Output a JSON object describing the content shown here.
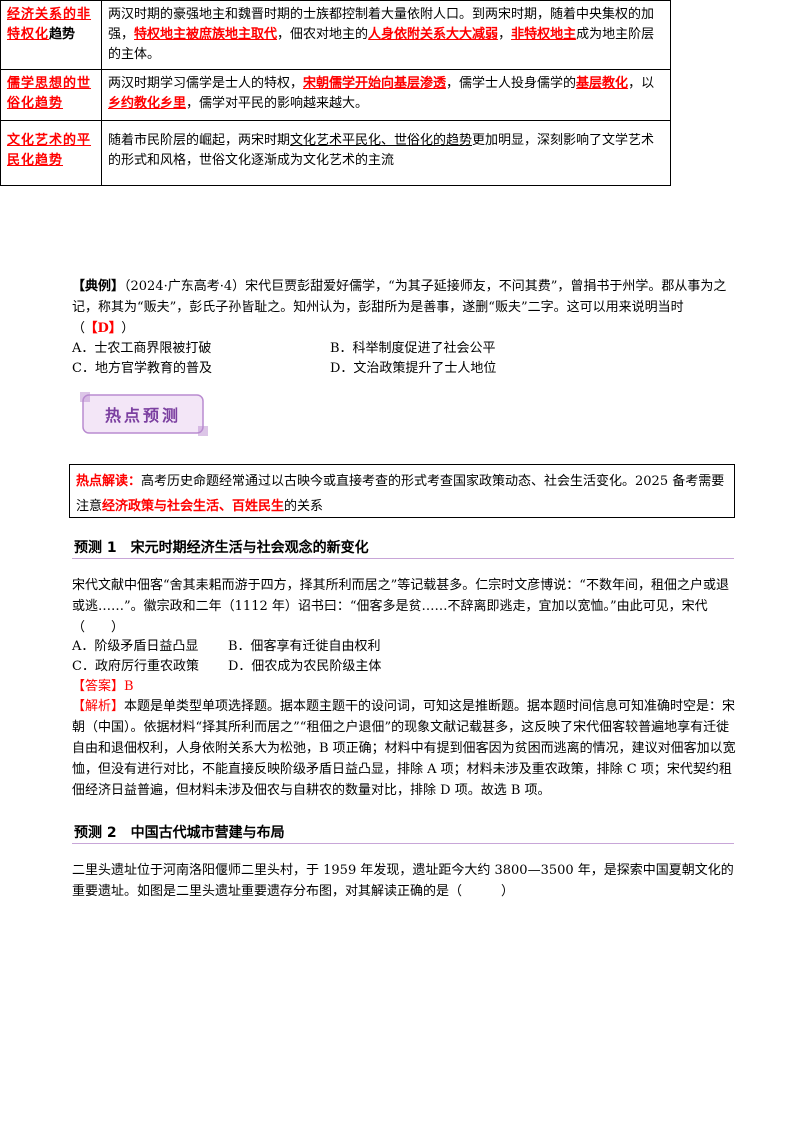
{
  "table": {
    "rows": [
      {
        "head_red": "经济关系的非特权化",
        "head_tail": "趋势",
        "parts": [
          {
            "t": "两汉时期的豪强地主和魏晋时期的士族都控制着大量依附人口。到两宋时期，随着中央集权的加强，",
            "s": ""
          },
          {
            "t": "特权地主被庶族地主取代",
            "s": "redu"
          },
          {
            "t": "，佃农对地主的",
            "s": ""
          },
          {
            "t": "人身依附关系大大减弱",
            "s": "redu"
          },
          {
            "t": "，",
            "s": ""
          },
          {
            "t": "非特权地主",
            "s": "redu"
          },
          {
            "t": "成为地主阶层的主体。",
            "s": ""
          }
        ]
      },
      {
        "head_red": "儒学思想的世俗化趋势",
        "head_tail": "",
        "parts": [
          {
            "t": "两汉时期学习儒学是士人的特权，",
            "s": ""
          },
          {
            "t": "宋朝儒学开始向基层渗透",
            "s": "redu"
          },
          {
            "t": "，儒学士人投身儒学的",
            "s": ""
          },
          {
            "t": "基层教化",
            "s": "redu"
          },
          {
            "t": "，以",
            "s": ""
          },
          {
            "t": "乡约教化乡里",
            "s": "redu"
          },
          {
            "t": "，儒学对平民的影响越来越大。",
            "s": ""
          }
        ]
      },
      {
        "head_red": "文化艺术的平民化趋势",
        "head_tail": "",
        "parts": [
          {
            "t": "随着市民阶层的崛起，两宋时期",
            "s": ""
          },
          {
            "t": "文化艺术平民化、世俗化的趋势",
            "s": "u"
          },
          {
            "t": "更加明显，深刻影响了文学艺术的形式和风格，世俗文化逐渐成为文化艺术的主流",
            "s": ""
          }
        ]
      }
    ]
  },
  "example": {
    "tag": "【典例】",
    "stem": "（2024·广东高考·4）宋代巨贾彭甜爱好儒学，“为其子延接师友，不问其费”，曾捐书于州学。郡从事为之记，称其为“贩夫”，彭氏子孙皆耻之。知州认为，彭甜所为是善事，遂删“贩夫”二字。这可以用来说明当时（",
    "answer": "【D】",
    "close": "）",
    "options": [
      "A．士农工商界限被打破",
      "B．科举制度促进了社会公平",
      "C．地方官学教育的普及",
      "D．文治政策提升了士人地位"
    ]
  },
  "hot": {
    "badge": "热点预测",
    "interp_label": "热点解读：",
    "interp_1": "高考历史命题经常通过以古映今或直接考查的形式考查国家政策动态、社会生活变化。2025 备考需要注意",
    "interp_red": "经济政策与社会生活、百姓民生",
    "interp_2": "的关系"
  },
  "pred1": {
    "title": "预测 1　宋元时期经济生活与社会观念的新变化",
    "stem": "宋代文献中佃客“舍其耒耜而游于四方，择其所利而居之”等记载甚多。仁宗时文彦博说：“不数年间，租佃之户或退或逃……”。徽宗政和二年（1112 年）诏书曰：“佃客多是贫……不辞离即逃走，宜加以宽恤。”由此可见，宋代（　　）",
    "options": [
      "A．阶级矛盾日益凸显",
      "B．佃客享有迁徙自由权利",
      "C．政府厉行重农政策",
      "D．佃农成为农民阶级主体"
    ],
    "answer_label": "【答案】",
    "answer": "B",
    "analysis_label": "【解析】",
    "analysis": "本题是单类型单项选择题。据本题主题干的设问词，可知这是推断题。据本题时间信息可知准确时空是：宋朝（中国）。依据材料“择其所利而居之”“租佃之户退佃”的现象文献记载甚多，这反映了宋代佃客较普遍地享有迁徙自由和退佃权利，人身依附关系大为松弛，B 项正确；材料中有提到佃客因为贫困而逃离的情况，建议对佃客加以宽恤，但没有进行对比，不能直接反映阶级矛盾日益凸显，排除 A 项；材料未涉及重农政策，排除 C 项；宋代契约租佃经济日益普遍，但材料未涉及佃农与自耕农的数量对比，排除 D 项。故选 B 项。"
  },
  "pred2": {
    "title": "预测 2　中国古代城市营建与布局",
    "stem": "二里头遗址位于河南洛阳偃师二里头村，于 1959 年发现，遗址距今大约 3800—3500 年，是探索中国夏朝文化的重要遗址。如图是二里头遗址重要遗存分布图，对其解读正确的是（　　　）"
  },
  "colors": {
    "accent_red": "#ff0000",
    "purple": "#7b3fa0",
    "badge_bg": "#f3e6f7"
  }
}
